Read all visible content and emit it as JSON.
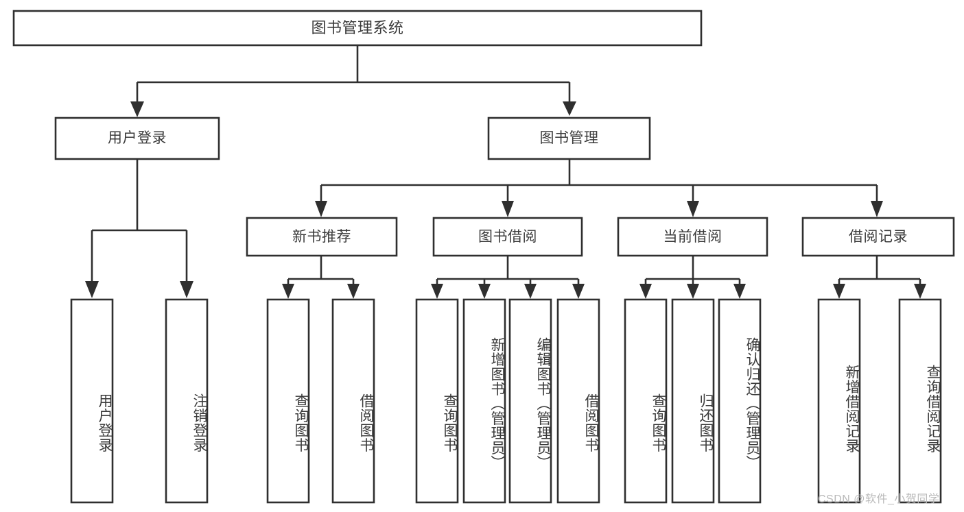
{
  "diagram": {
    "title": "图书管理系统",
    "type": "tree",
    "root": {
      "id": "root",
      "label": "图书管理系统",
      "level": 0
    },
    "level1": [
      {
        "id": "user-login",
        "label": "用户登录"
      },
      {
        "id": "book-manage",
        "label": "图书管理"
      }
    ],
    "level2": [
      {
        "id": "new-book-recommend",
        "label": "新书推荐",
        "parent": "book-manage"
      },
      {
        "id": "book-borrow",
        "label": "图书借阅",
        "parent": "book-manage"
      },
      {
        "id": "current-borrow",
        "label": "当前借阅",
        "parent": "book-manage"
      },
      {
        "id": "borrow-record",
        "label": "借阅记录",
        "parent": "book-manage"
      }
    ],
    "leaves": [
      {
        "id": "leaf-user-login",
        "label": "用户登录",
        "parent": "user-login"
      },
      {
        "id": "leaf-logout-login",
        "label": "注销登录",
        "parent": "user-login"
      },
      {
        "id": "leaf-query-book-1",
        "label": "查询图书",
        "parent": "new-book-recommend"
      },
      {
        "id": "leaf-borrow-book-1",
        "label": "借阅图书",
        "parent": "new-book-recommend"
      },
      {
        "id": "leaf-query-book-2",
        "label": "查询图书",
        "parent": "book-borrow"
      },
      {
        "id": "leaf-add-book",
        "label": "新增图书（管理员）",
        "parent": "book-borrow"
      },
      {
        "id": "leaf-edit-book",
        "label": "编辑图书（管理员）",
        "parent": "book-borrow"
      },
      {
        "id": "leaf-borrow-book-2",
        "label": "借阅图书",
        "parent": "book-borrow"
      },
      {
        "id": "leaf-query-book-3",
        "label": "查询图书",
        "parent": "current-borrow"
      },
      {
        "id": "leaf-return-book",
        "label": "归还图书",
        "parent": "current-borrow"
      },
      {
        "id": "leaf-confirm-return",
        "label": "确认归还（管理员）",
        "parent": "current-borrow"
      },
      {
        "id": "leaf-add-record",
        "label": "新增借阅记录",
        "parent": "borrow-record"
      },
      {
        "id": "leaf-query-record",
        "label": "查询借阅记录",
        "parent": "borrow-record"
      }
    ],
    "colors": {
      "stroke": "#2f2f2f",
      "box_fill": "#ffffff",
      "text": "#3a3a3a",
      "background": "#ffffff",
      "watermark": "#b9b9b9"
    }
  },
  "watermark": {
    "text": "CSDN @软件_小贺同学"
  }
}
